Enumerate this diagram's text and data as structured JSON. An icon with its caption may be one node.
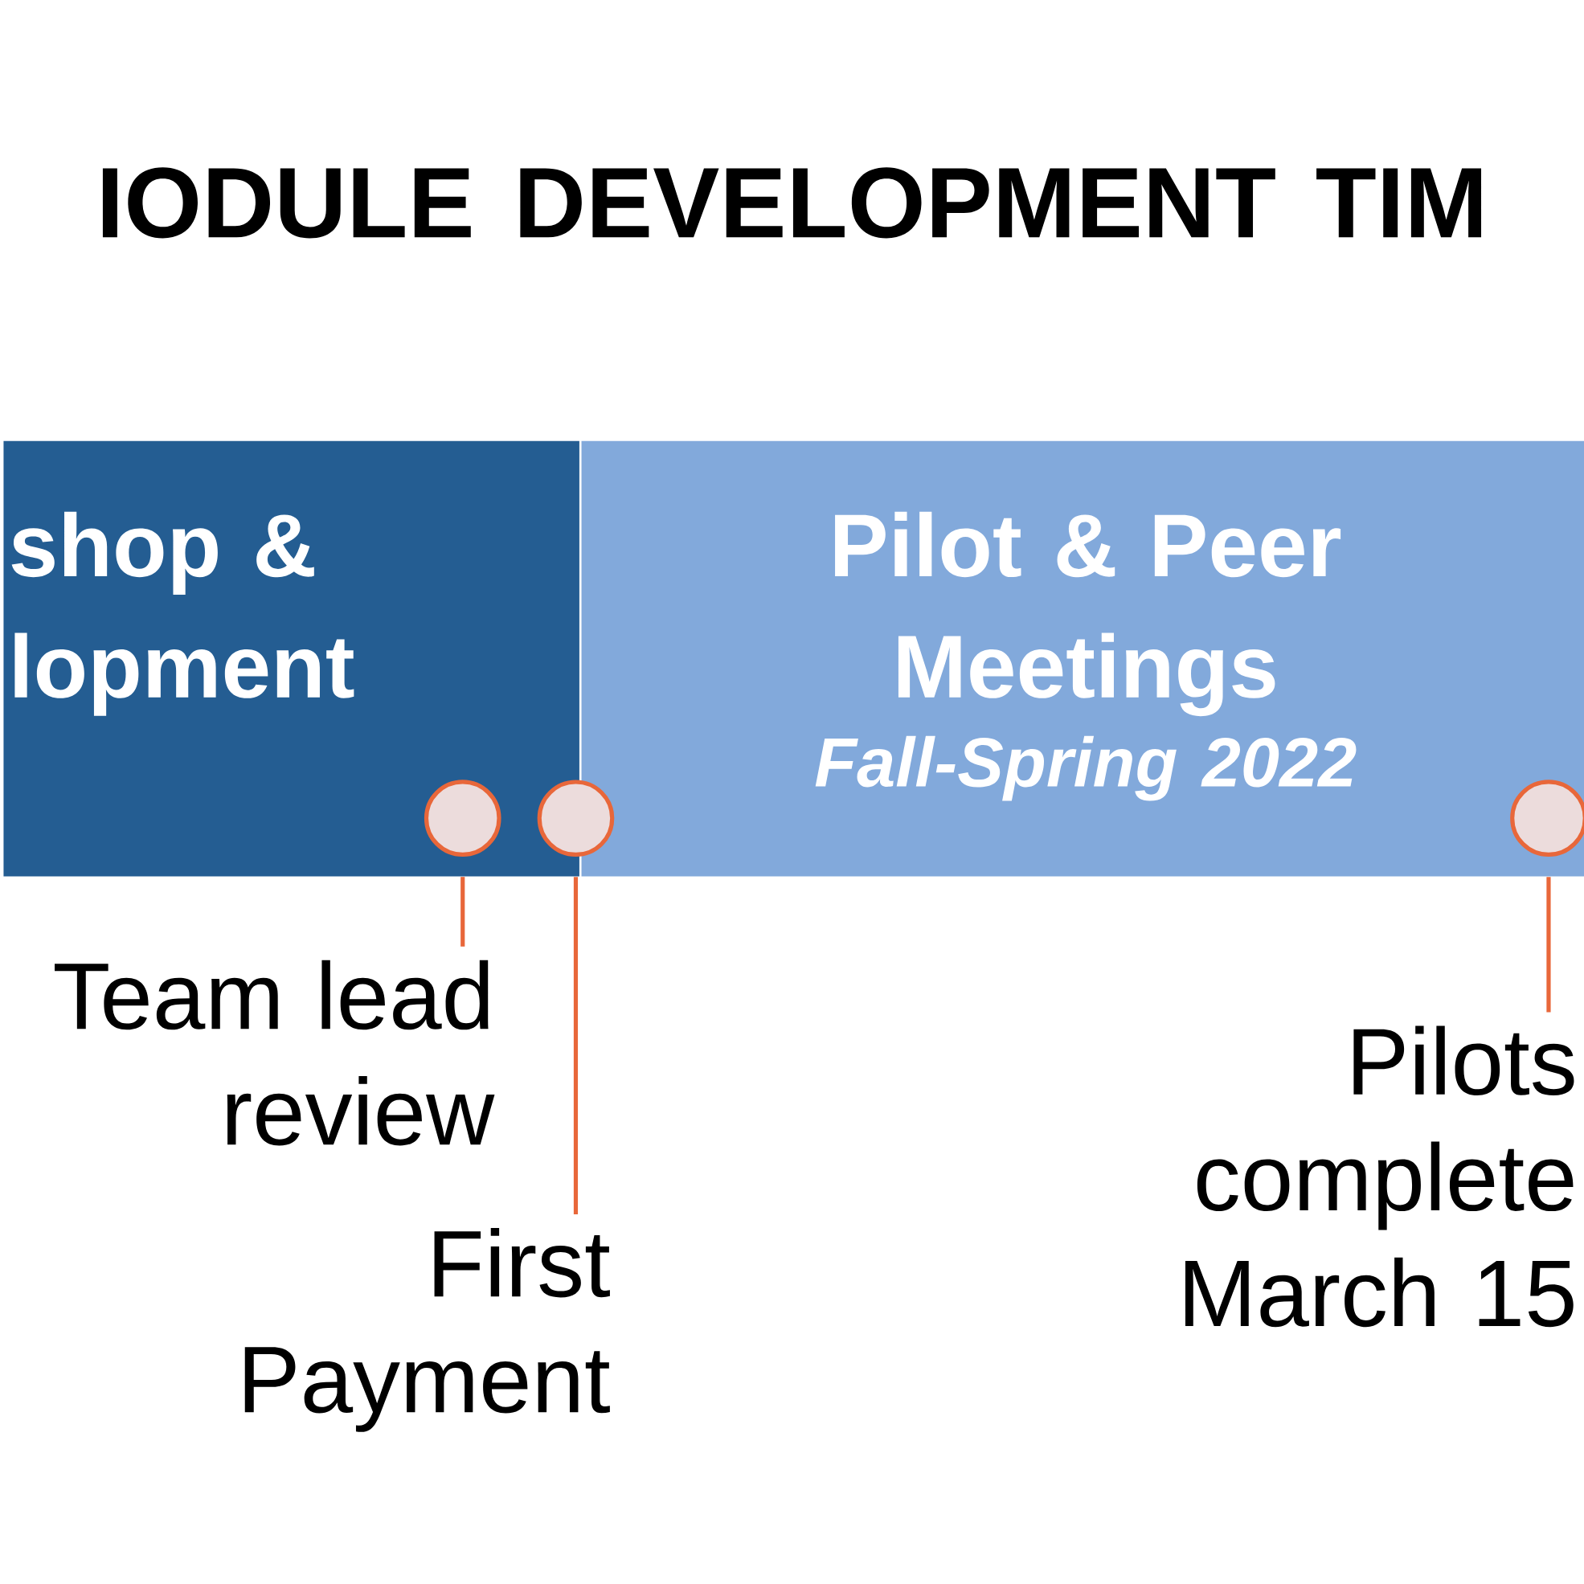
{
  "diagram": {
    "title": "IODULE DEVELOPMENT TIM",
    "nodes": [
      {
        "text": [
          "shop & lopment"
        ]
      },
      {
        "text": [
          "Pilot & Peer Meetings",
          "Fall-Spring 2022"
        ]
      },
      {
        "text": [],
        "shape": "circle",
        "in": 0
      },
      {
        "text": [],
        "shape": "circle"
      },
      {
        "text": [],
        "shape": "circle",
        "in": 1
      },
      {
        "text": [
          "Team lead review"
        ]
      },
      {
        "text": [
          "First Payment"
        ]
      },
      {
        "text": [
          "Pilots complete March 15"
        ]
      }
    ],
    "edges": [
      {
        "from": 5,
        "to": 2,
        "arrow": "none"
      },
      {
        "from": 6,
        "to": 3,
        "arrow": "none"
      },
      {
        "from": 7,
        "to": 4,
        "arrow": "none"
      }
    ]
  }
}
